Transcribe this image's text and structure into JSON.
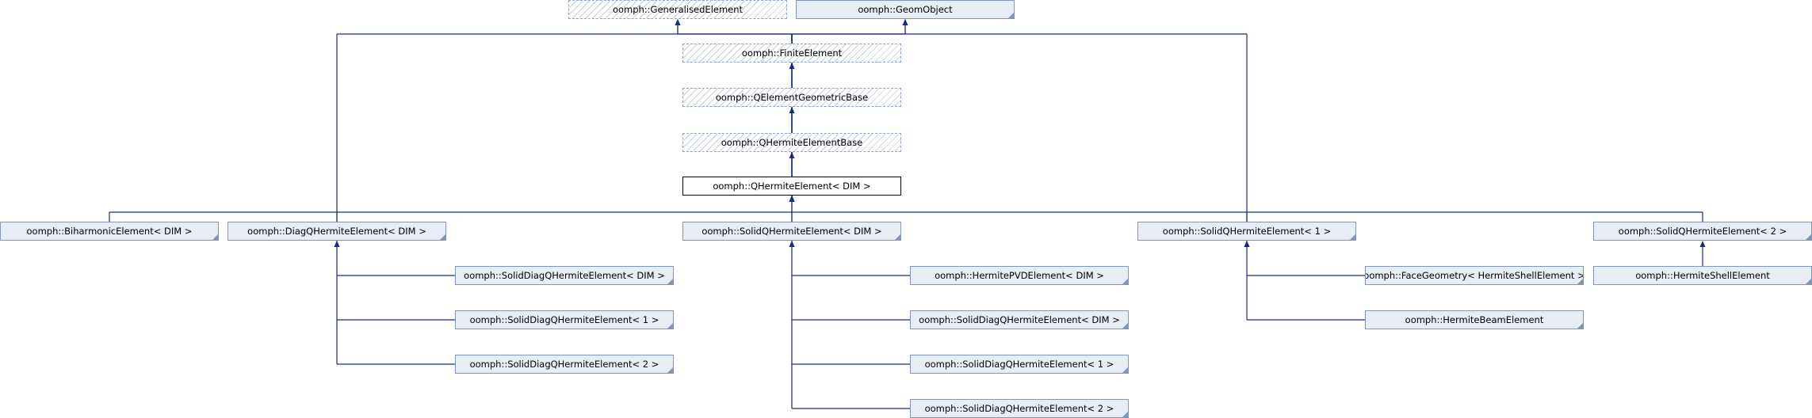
{
  "diagram": {
    "title": "",
    "colors": {
      "edge": "#1b2a8a",
      "node_fill": "#e8ecf4",
      "node_border": "#8295b8",
      "hatch_border": "#8fa3cc",
      "current_border": "#000000"
    },
    "nodes": [
      {
        "id": "generalised_element",
        "label": "oomph::GeneralisedElement",
        "style": "hatched"
      },
      {
        "id": "geom_object",
        "label": "oomph::GeomObject",
        "style": "plain"
      },
      {
        "id": "finite_element",
        "label": "oomph::FiniteElement",
        "style": "hatched"
      },
      {
        "id": "qelement_geometric_base",
        "label": "oomph::QElementGeometricBase",
        "style": "hatched"
      },
      {
        "id": "qhermite_element_base",
        "label": "oomph::QHermiteElementBase",
        "style": "hatched"
      },
      {
        "id": "qhermite_element_dim",
        "label": "oomph::QHermiteElement< DIM >",
        "style": "current"
      },
      {
        "id": "biharmonic_element",
        "label": "oomph::BiharmonicElement< DIM >",
        "style": "plain"
      },
      {
        "id": "diag_qhermite_element",
        "label": "oomph::DiagQHermiteElement< DIM >",
        "style": "plain"
      },
      {
        "id": "solid_qhermite_dim",
        "label": "oomph::SolidQHermiteElement< DIM >",
        "style": "plain"
      },
      {
        "id": "solid_qhermite_1",
        "label": "oomph::SolidQHermiteElement< 1 >",
        "style": "plain"
      },
      {
        "id": "solid_qhermite_2",
        "label": "oomph::SolidQHermiteElement< 2 >",
        "style": "plain"
      },
      {
        "id": "solid_diag_a_dim",
        "label": "oomph::SolidDiagQHermiteElement< DIM >",
        "style": "plain"
      },
      {
        "id": "solid_diag_a_1",
        "label": "oomph::SolidDiagQHermiteElement< 1 >",
        "style": "plain"
      },
      {
        "id": "solid_diag_a_2",
        "label": "oomph::SolidDiagQHermiteElement< 2 >",
        "style": "plain"
      },
      {
        "id": "hermite_pvd_element",
        "label": "oomph::HermitePVDElement< DIM >",
        "style": "plain"
      },
      {
        "id": "solid_diag_b_dim",
        "label": "oomph::SolidDiagQHermiteElement< DIM >",
        "style": "plain"
      },
      {
        "id": "solid_diag_b_1",
        "label": "oomph::SolidDiagQHermiteElement< 1 >",
        "style": "plain"
      },
      {
        "id": "solid_diag_b_2",
        "label": "oomph::SolidDiagQHermiteElement< 2 >",
        "style": "plain"
      },
      {
        "id": "face_geometry_shell",
        "label": "oomph::FaceGeometry< HermiteShellElement >",
        "style": "plain"
      },
      {
        "id": "hermite_beam_element",
        "label": "oomph::HermiteBeamElement",
        "style": "plain"
      },
      {
        "id": "hermite_shell_element",
        "label": "oomph::HermiteShellElement",
        "style": "plain"
      }
    ],
    "edges": [
      {
        "from": "finite_element",
        "to": "generalised_element"
      },
      {
        "from": "finite_element",
        "to": "geom_object"
      },
      {
        "from": "qelement_geometric_base",
        "to": "finite_element"
      },
      {
        "from": "qhermite_element_base",
        "to": "qelement_geometric_base"
      },
      {
        "from": "qhermite_element_dim",
        "to": "qhermite_element_base"
      },
      {
        "from": "biharmonic_element",
        "to": "qhermite_element_dim"
      },
      {
        "from": "diag_qhermite_element",
        "to": "qhermite_element_dim"
      },
      {
        "from": "solid_qhermite_dim",
        "to": "qhermite_element_dim"
      },
      {
        "from": "solid_qhermite_1",
        "to": "qhermite_element_dim"
      },
      {
        "from": "solid_qhermite_2",
        "to": "qhermite_element_dim"
      },
      {
        "from": "solid_diag_a_dim",
        "to": "diag_qhermite_element"
      },
      {
        "from": "solid_diag_a_1",
        "to": "diag_qhermite_element"
      },
      {
        "from": "solid_diag_a_2",
        "to": "diag_qhermite_element"
      },
      {
        "from": "hermite_pvd_element",
        "to": "solid_qhermite_dim"
      },
      {
        "from": "solid_diag_b_dim",
        "to": "solid_qhermite_dim"
      },
      {
        "from": "solid_diag_b_1",
        "to": "solid_qhermite_dim"
      },
      {
        "from": "solid_diag_b_2",
        "to": "solid_qhermite_dim"
      },
      {
        "from": "face_geometry_shell",
        "to": "solid_qhermite_1"
      },
      {
        "from": "hermite_beam_element",
        "to": "solid_qhermite_1"
      },
      {
        "from": "hermite_shell_element",
        "to": "solid_qhermite_2"
      }
    ]
  }
}
